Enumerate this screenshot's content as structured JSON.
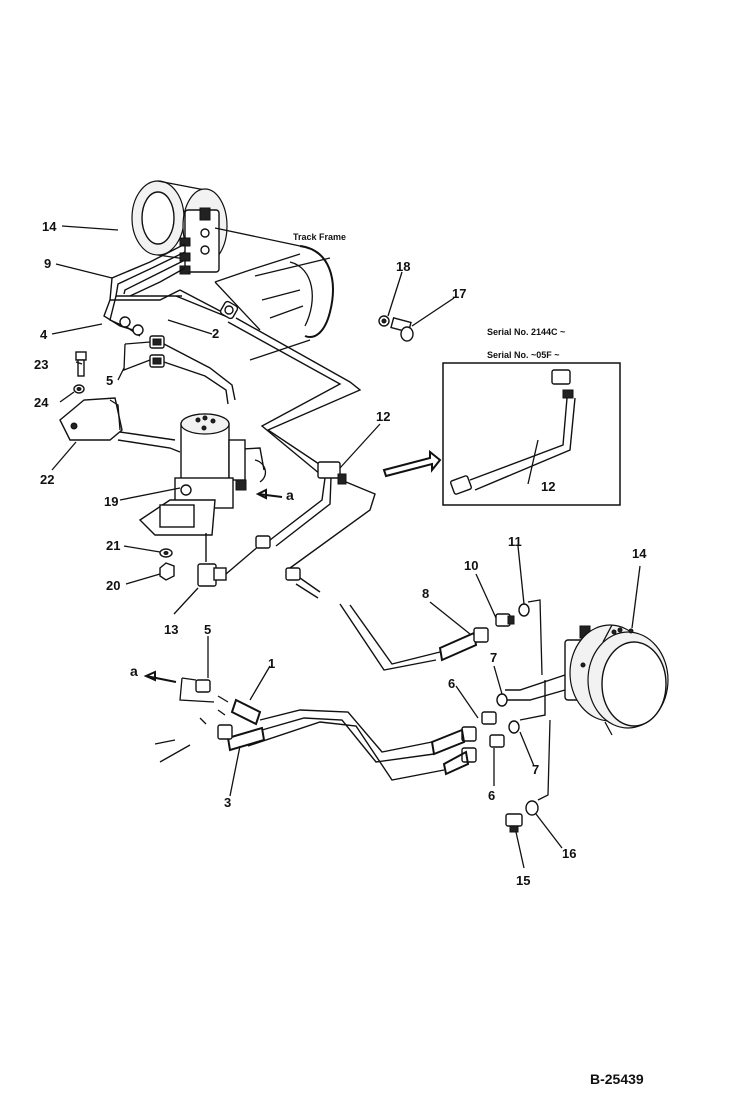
{
  "drawing": {
    "drawing_number": "B-25439",
    "track_frame_label": "Track Frame",
    "serial_1": "Serial No. 2144C ~",
    "serial_2": "Serial No. ~05F ~",
    "view_marker_a": "a",
    "view_marker_a2": "a"
  },
  "callouts": {
    "c14_top": "14",
    "c9": "9",
    "c4": "4",
    "c2": "2",
    "c23": "23",
    "c5_top": "5",
    "c24": "24",
    "c22": "22",
    "c19": "19",
    "c21": "21",
    "c20": "20",
    "c13": "13",
    "c18": "18",
    "c17": "17",
    "c12_mid": "12",
    "c12_inset": "12",
    "c11": "11",
    "c10": "10",
    "c8": "8",
    "c14_right": "14",
    "c5_bottom": "5",
    "c1": "1",
    "c3": "3",
    "c6_a": "6",
    "c7_a": "7",
    "c6_b": "6",
    "c7_b": "7",
    "c16": "16",
    "c15": "15"
  }
}
